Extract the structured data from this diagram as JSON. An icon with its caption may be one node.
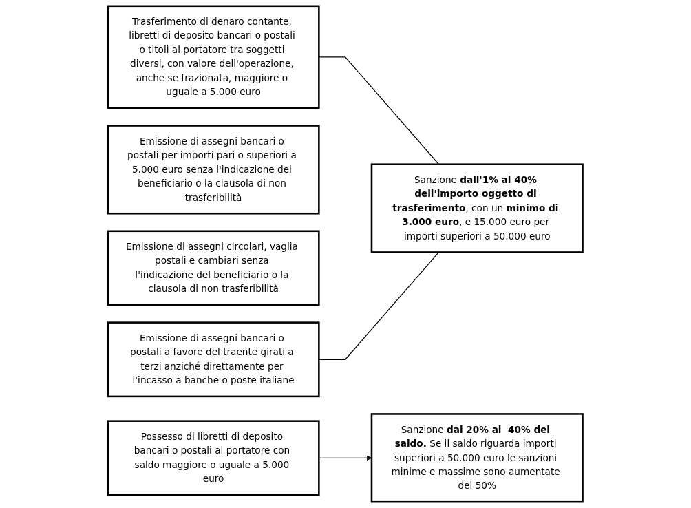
{
  "diagram": {
    "nodes": [
      {
        "text": [
          "Trasferimento di denaro contante, libretti di deposito bancari o postali o titoli al portatore tra soggetti diversi, con valore dell'operazione, anche se frazionata, maggiore o uguale a 5.000 euro"
        ]
      },
      {
        "text": [
          "Emissione di assegni bancari o postali per importi pari o superiori a 5.000 euro senza l'indicazione del beneficiario o la clausola di non trasferibilità"
        ]
      },
      {
        "text": [
          "Sanzione **dall'1% al 40% dell'importo oggetto di trasferimento**, con un **minimo di 3.000 euro**, e 15.000 euro per importi superiori a 50.000 euro"
        ]
      },
      {
        "text": [
          "Emissione di assegni circolari, vaglia postali e cambiari senza l'indicazione del beneficiario o la clausola di non trasferibilità"
        ]
      },
      {
        "text": [
          "Emissione di assegni bancari o postali a favore del traente girati a terzi anziché direttamente per l'incasso a banche o poste italiane"
        ]
      },
      {
        "text": [
          "Possesso di libretti di deposito bancari o postali al portatore con saldo maggiore o uguale a 5.000 euro"
        ]
      },
      {
        "text": [
          "Sanzione **dal 20% al  40% del saldo.** Se il saldo riguarda importi superiori a 50.000 euro le sanzioni minime e massime sono aumentate del 50%"
        ]
      }
    ],
    "edges": [
      {
        "from": 0,
        "to": 2,
        "arrow": "none"
      },
      {
        "from": 4,
        "to": 2,
        "arrow": "none"
      },
      {
        "from": 5,
        "to": 6,
        "arrow": "to"
      }
    ]
  }
}
